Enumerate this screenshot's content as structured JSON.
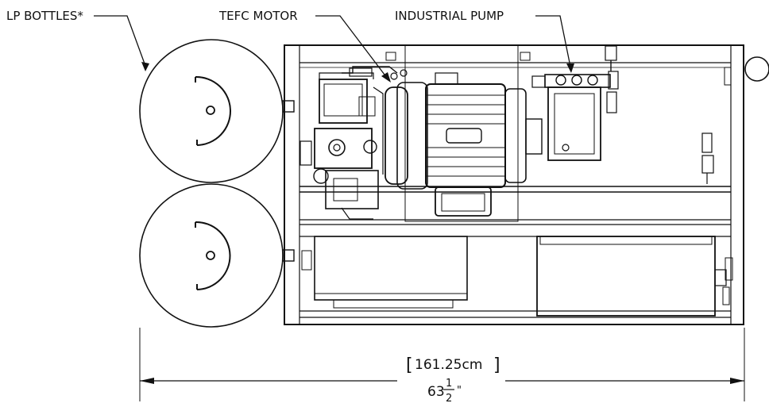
{
  "callouts": {
    "lp_bottles": "LP BOTTLES*",
    "tefc_motor": "TEFC MOTOR",
    "industrial_pump": "INDUSTRIAL PUMP"
  },
  "dimension": {
    "metric": "161.25cm",
    "metric_open_bracket": "[",
    "metric_close_bracket": "]",
    "imperial_whole": "63",
    "imperial_numerator": "1",
    "imperial_denominator": "2",
    "imperial_unit": "\""
  }
}
